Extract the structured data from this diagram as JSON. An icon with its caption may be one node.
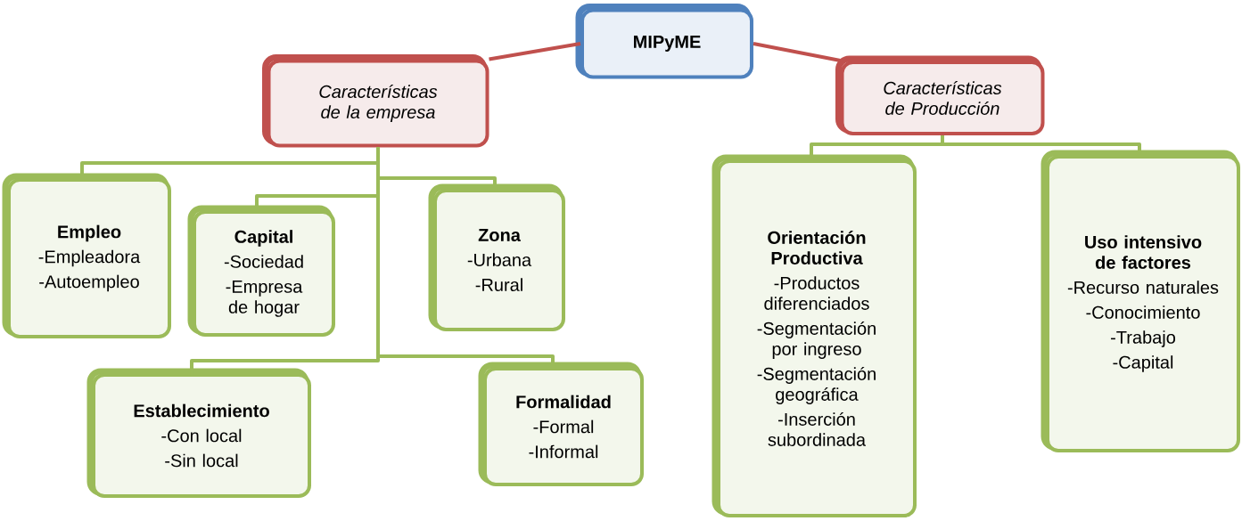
{
  "diagram": {
    "nodes": [
      {
        "text": [
          "MIPyME"
        ]
      },
      {
        "text": [
          "Características de la empresa"
        ]
      },
      {
        "text": [
          "Características de Producción"
        ]
      },
      {
        "text": [
          "Empleo",
          "-Empleadora",
          "-Autoempleo"
        ]
      },
      {
        "text": [
          "Capital",
          "-Sociedad",
          "-Empresa de hogar"
        ]
      },
      {
        "text": [
          "Zona",
          "-Urbana",
          "-Rural"
        ]
      },
      {
        "text": [
          "Establecimiento",
          "-Con local",
          "-Sin local"
        ]
      },
      {
        "text": [
          "Formalidad",
          "-Formal",
          "-Informal"
        ]
      },
      {
        "text": [
          "Orientación Productiva",
          "-Productos diferenciados",
          "-Segmentación por ingreso",
          "-Segmentación geográfica",
          "-Inserción subordinada"
        ]
      },
      {
        "text": [
          "Uso intensivo de factores",
          "-Recurso naturales",
          "-Conocimiento",
          "-Trabajo",
          "-Capital"
        ]
      }
    ],
    "edges": [
      {
        "from": 0,
        "to": 1,
        "arrow": "none",
        "color": "#c0504d"
      },
      {
        "from": 0,
        "to": 2,
        "arrow": "none",
        "color": "#c0504d"
      },
      {
        "from": 1,
        "to": 3,
        "arrow": "none"
      },
      {
        "from": 1,
        "to": 4,
        "arrow": "none"
      },
      {
        "from": 1,
        "to": 5,
        "arrow": "none"
      },
      {
        "from": 1,
        "to": 6,
        "arrow": "none"
      },
      {
        "from": 1,
        "to": 7,
        "arrow": "none"
      },
      {
        "from": 2,
        "to": 8,
        "arrow": "none"
      },
      {
        "from": 2,
        "to": 9,
        "arrow": "none"
      }
    ]
  }
}
